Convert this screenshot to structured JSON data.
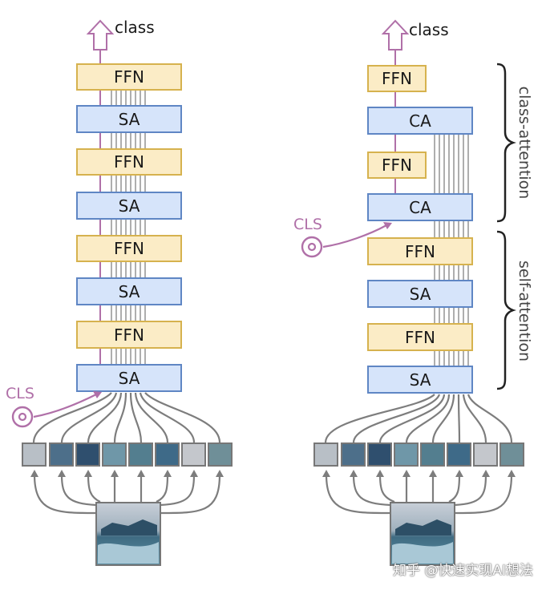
{
  "colors": {
    "ffn_fill": "#fbecc6",
    "ffn_stroke": "#d6b24e",
    "sa_fill": "#d6e4fa",
    "sa_stroke": "#5f86c4",
    "cls_color": "#b070a8",
    "wire": "#9a9a9a",
    "bracket": "#222222"
  },
  "left": {
    "output_label": "class",
    "blocks": [
      "FFN",
      "SA",
      "FFN",
      "SA",
      "FFN",
      "SA",
      "FFN",
      "SA"
    ],
    "cls_label": "CLS"
  },
  "right": {
    "output_label": "class",
    "blocks": [
      "FFN",
      "CA",
      "FFN",
      "CA",
      "FFN",
      "SA",
      "FFN",
      "SA"
    ],
    "cls_label": "CLS",
    "bracket_top_label": "class-attention",
    "bracket_bottom_label": "self-attention"
  },
  "patch_colors": [
    "#b8bfc6",
    "#4d6f8a",
    "#2f4f6e",
    "#6f97a8",
    "#537e8f",
    "#3e6a88",
    "#c4c7cc",
    "#6f8f98"
  ],
  "watermark": "知乎 @快速实现AI想法"
}
